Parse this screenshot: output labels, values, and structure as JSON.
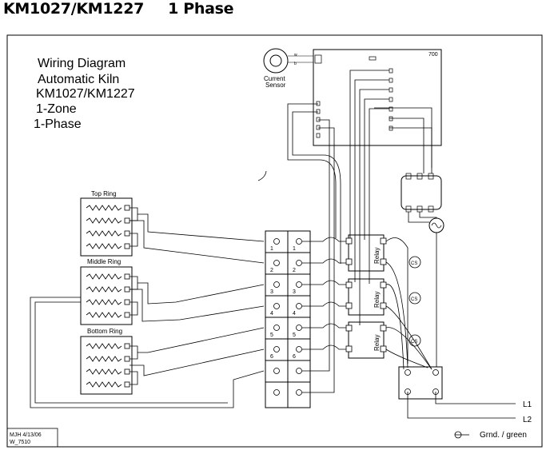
{
  "header": {
    "model": "KM1027/KM1227",
    "phase": "1 Phase"
  },
  "diagram": {
    "title_lines": [
      "Wiring Diagram",
      "Automatic Kiln",
      "KM1027/KM1227",
      "1-Zone",
      "1-Phase"
    ],
    "current_sensor": [
      "Current",
      "Sensor"
    ],
    "board_number": "700",
    "rings": [
      "Top Ring",
      "Middle Ring",
      "Bottom Ring"
    ],
    "terminal_numbers": [
      "1",
      "2",
      "3",
      "4",
      "5",
      "6"
    ],
    "relay_label": "Relay",
    "line_labels": [
      "L1",
      "L2"
    ],
    "ground_label": "Grnd. / green",
    "revision": [
      "MJH  4/13/06",
      "W_7510"
    ]
  }
}
